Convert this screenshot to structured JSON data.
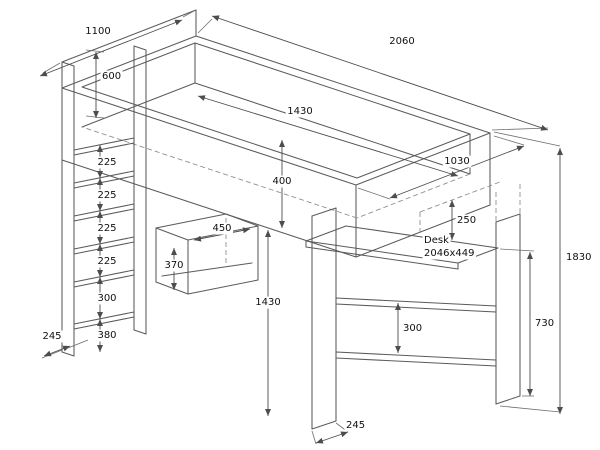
{
  "unit": "mm",
  "colors": {
    "line": "#5b5b5b",
    "hidden_line": "#8a8a8a",
    "dimension_line": "#4d4d4d",
    "label_text": "#111111",
    "background": "#ffffff"
  },
  "labels": {
    "width_top": "1100",
    "length_top": "2060",
    "headboard_height": "600",
    "inner_length": "1430",
    "inner_width": "1030",
    "rail_height": "400",
    "ladder_step1": "225",
    "ladder_step2": "225",
    "ladder_step3": "225",
    "ladder_step4": "225",
    "ladder_lower_gap": "300",
    "ladder_bottom_gap": "380",
    "left_foot_depth": "245",
    "cube_width": "450",
    "cube_height": "370",
    "desk_gap": "250",
    "desk_name": "Desk",
    "desk_size": "2046x449",
    "under_bed_clearance": "1430",
    "shelf_gap": "300",
    "desk_height": "730",
    "total_height": "1830",
    "right_foot_depth": "245"
  }
}
